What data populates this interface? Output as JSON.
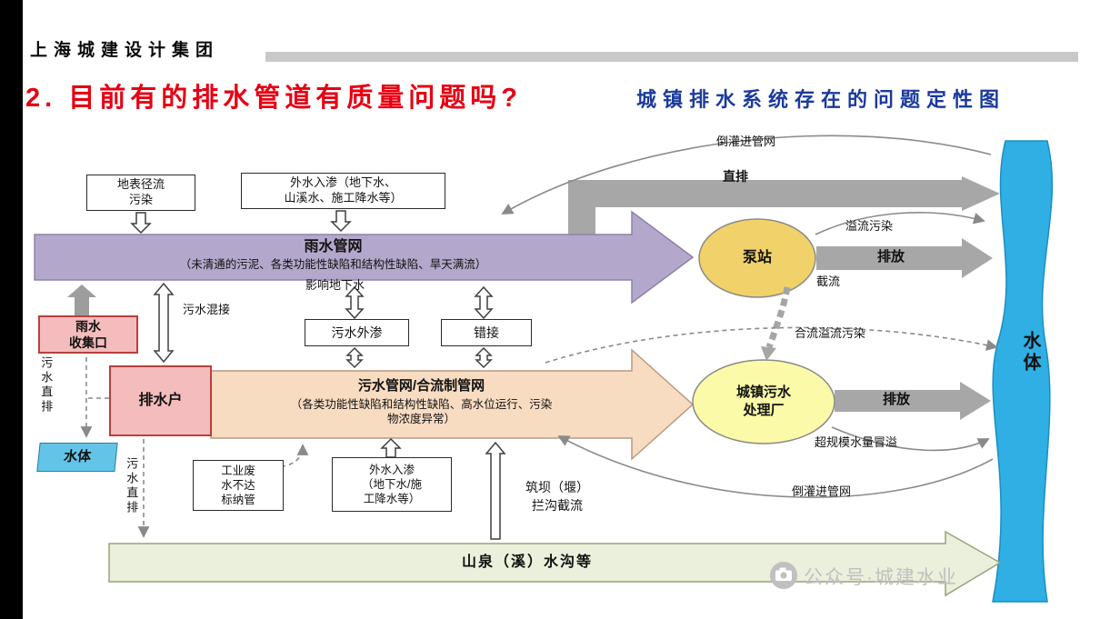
{
  "page": {
    "logo": "上海城建设计集团",
    "title": "2. 目前有的排水管道有质量问题吗?",
    "subtitle": "城镇排水系统存在的问题定性图",
    "watermark": "公众号·城建水业"
  },
  "colors": {
    "title_red": "#e60012",
    "subtitle_blue": "#1b3a9c",
    "purple_arrow": "#b3a8cb",
    "orange_arrow": "#f8dcc2",
    "green_arrow": "#ebf0dc",
    "pump_yellow": "#f1d169",
    "plant_yellow": "#fafaa8",
    "pink_box": "#f4bcbc",
    "water_blue": "#2fafe3",
    "water_blue_light": "#63c4e8",
    "gray_arrow": "#a7a7a7"
  },
  "boxes": {
    "surface_runoff": {
      "line1": "地表径流",
      "line2": "污染"
    },
    "infiltration_top": {
      "line1": "外水入渗（地下水、",
      "line2": "山溪水、施工降水等）"
    },
    "rain_inlet": {
      "line1": "雨水",
      "line2": "收集口"
    },
    "sewage_leak": "污水外渗",
    "wrong_connect": "错接",
    "discharger": "排水户",
    "water_left": "水体",
    "industrial": {
      "line1": "工业废",
      "line2": "水不达",
      "line3": "标纳管"
    },
    "infiltration_bottom": {
      "line1": "外水入渗",
      "line2": "（地下水/施",
      "line3": "工降水等）"
    }
  },
  "arrows": {
    "rain_network": {
      "title": "雨水管网",
      "desc": "（未清通的污泥、各类功能性缺陷和结构性缺陷、旱天满流）"
    },
    "sewage_network": {
      "title": "污水管网/合流制管网",
      "desc1": "（各类功能性缺陷和结构性缺陷、高水位运行、污染",
      "desc2": "物浓度异常）"
    },
    "mountain": "山泉（溪）水沟等",
    "discharge_top": "排放",
    "discharge_bottom": "排放"
  },
  "nodes": {
    "pump": "泵站",
    "plant": {
      "line1": "城镇污水",
      "line2": "处理厂"
    },
    "water_right": "水体"
  },
  "labels": {
    "backflow_top": "倒灌进管网",
    "direct_discharge": "直排",
    "overflow_pollution": "溢流污染",
    "intercept": "截流",
    "affect_groundwater": "影响地下水",
    "sewage_mix": "污水混接",
    "combined_overflow": "合流溢流污染",
    "over_capacity": "超规模水量冒溢",
    "backflow_bottom": "倒灌进管网",
    "dam": {
      "line1": "筑坝（堰）",
      "line2": "拦沟截流"
    },
    "sewage_direct_left": "污水直排",
    "sewage_direct_mid": "污水直排"
  }
}
